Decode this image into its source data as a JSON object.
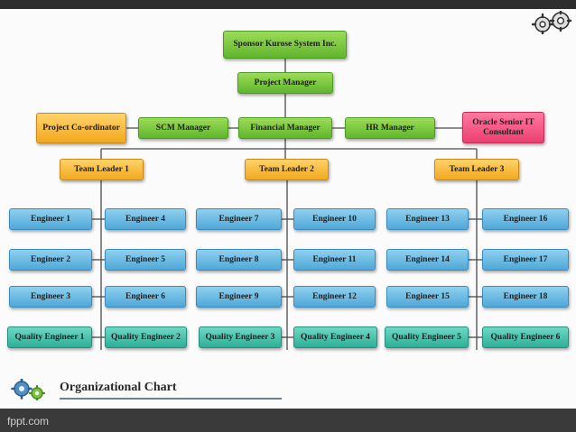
{
  "header": {
    "sponsor": "Sponsor Kurose System Inc.",
    "project_manager": "Project Manager"
  },
  "managers": {
    "coordinator": "Project Co-ordinator",
    "scm": "SCM Manager",
    "financial": "Financial Manager",
    "hr": "HR Manager",
    "oracle": "Oracle Senior IT Consultant"
  },
  "team_leaders": [
    "Team Leader 1",
    "Team Leader 2",
    "Team Leader 3"
  ],
  "engineers": {
    "e1": "Engineer 1",
    "e2": "Engineer 2",
    "e3": "Engineer 3",
    "e4": "Engineer 4",
    "e5": "Engineer 5",
    "e6": "Engineer 6",
    "e7": "Engineer 7",
    "e8": "Engineer 8",
    "e9": "Engineer 9",
    "e10": "Engineer 10",
    "e11": "Engineer 11",
    "e12": "Engineer 12",
    "e13": "Engineer 13",
    "e14": "Engineer 14",
    "e15": "Engineer 15",
    "e16": "Engineer 16",
    "e17": "Engineer 17",
    "e18": "Engineer 18"
  },
  "quality": [
    "Quality Engineer 1",
    "Quality Engineer 2",
    "Quality Engineer 3",
    "Quality Engineer 4",
    "Quality Engineer 5",
    "Quality Engineer 6"
  ],
  "footer": {
    "title": "Organizational Chart",
    "brand": "fppt.com"
  },
  "icons": [
    "gears-icon"
  ],
  "colors": {
    "manager": "#7ccb3f",
    "team_leader": "#f7b733",
    "consultant": "#ef4f7c",
    "engineer": "#5fb6e0",
    "quality": "#3cbfa8",
    "line": "#4a4a4a"
  }
}
